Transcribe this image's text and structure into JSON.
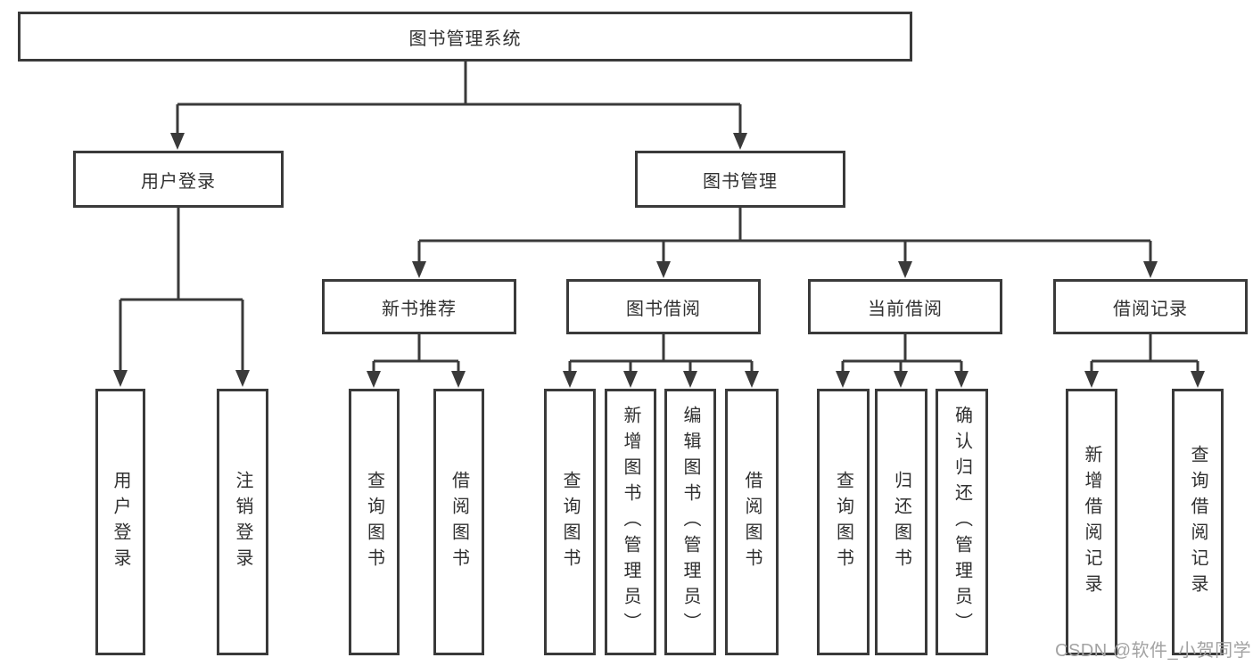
{
  "diagram": {
    "root": {
      "label": "图书管理系统",
      "children": [
        {
          "label": "用户登录",
          "children": [
            {
              "label": "用户登录"
            },
            {
              "label": "注销登录"
            }
          ]
        },
        {
          "label": "图书管理",
          "children": [
            {
              "label": "新书推荐",
              "children": [
                {
                  "label": "查询图书"
                },
                {
                  "label": "借阅图书"
                }
              ]
            },
            {
              "label": "图书借阅",
              "children": [
                {
                  "label": "查询图书"
                },
                {
                  "label": "新增图书（管理员）"
                },
                {
                  "label": "编辑图书（管理员）"
                },
                {
                  "label": "借阅图书"
                }
              ]
            },
            {
              "label": "当前借阅",
              "children": [
                {
                  "label": "查询图书"
                },
                {
                  "label": "归还图书"
                },
                {
                  "label": "确认归还（管理员）"
                }
              ]
            },
            {
              "label": "借阅记录",
              "children": [
                {
                  "label": "新增借阅记录"
                },
                {
                  "label": "查询借阅记录"
                }
              ]
            }
          ]
        }
      ]
    }
  },
  "watermark": {
    "text": "CSDN @软件_小贺同学"
  },
  "colors": {
    "line": "#3a3a3a",
    "text": "#303030",
    "box_background": "#ffffff",
    "page_background": "#ffffff",
    "watermark": "#a3a3a3"
  }
}
